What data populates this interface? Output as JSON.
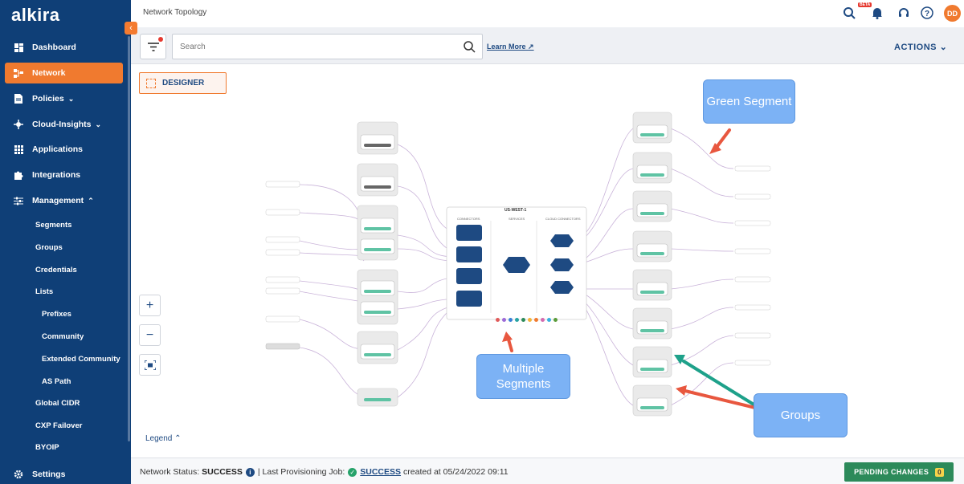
{
  "sidebar": {
    "logo": "alkira",
    "items": [
      {
        "label": "Dashboard",
        "icon": "dashboard-icon"
      },
      {
        "label": "Network",
        "icon": "network-icon",
        "active": true
      },
      {
        "label": "Policies",
        "icon": "policies-icon"
      },
      {
        "label": "Cloud-Insights",
        "icon": "cloud-insights-icon"
      },
      {
        "label": "Applications",
        "icon": "applications-icon"
      },
      {
        "label": "Integrations",
        "icon": "integrations-icon"
      },
      {
        "label": "Management",
        "icon": "management-icon"
      }
    ],
    "management_sub": [
      "Segments",
      "Groups",
      "Credentials",
      "Lists"
    ],
    "lists_sub": [
      "Prefixes",
      "Community",
      "Extended Community",
      "AS Path"
    ],
    "management_sub2": [
      "Global CIDR",
      "CXP Failover",
      "BYOIP"
    ],
    "settings": "Settings"
  },
  "header": {
    "title": "Network Topology",
    "beta_badge": "BETA",
    "avatar": "DD"
  },
  "toolbar": {
    "search_placeholder": "Search",
    "learn_more": "Learn More",
    "actions": "ACTIONS"
  },
  "canvas": {
    "designer": "DESIGNER",
    "legend": "Legend",
    "cxp": {
      "title": "US-WEST-1",
      "col_connectors": "CONNECTORS",
      "col_services": "SERVICES",
      "col_cloud": "CLOUD CONNECTORS"
    },
    "callouts": {
      "green_segment": "Green Segment",
      "multiple_segments": "Multiple Segments",
      "groups": "Groups"
    },
    "segment_dot_colors": [
      "#e05a5a",
      "#9c6ad8",
      "#3a7fd6",
      "#27a3a3",
      "#2c8a5a",
      "#f4b43a",
      "#f07a2f",
      "#d46ab0",
      "#3ab0e0",
      "#5a9c3a"
    ]
  },
  "status": {
    "label": "Network Status:",
    "value": "SUCCESS",
    "job_label": "| Last Provisioning Job:",
    "job_value": "SUCCESS",
    "created": "created at 05/24/2022 09:11",
    "pending": "PENDING CHANGES",
    "pending_count": "0"
  }
}
